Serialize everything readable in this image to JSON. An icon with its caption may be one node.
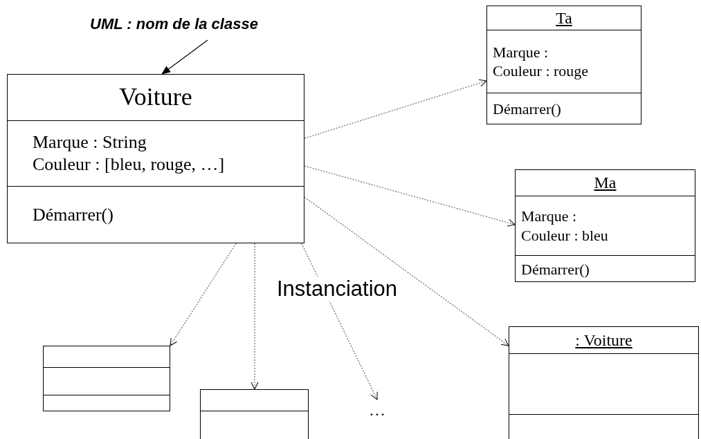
{
  "diagram": {
    "nodes": [
      {
        "text": [
          "UML : nom de la classe"
        ]
      },
      {
        "text": [
          "Voiture",
          "Marque : String",
          "Couleur : [bleu, rouge, …]",
          "Démarrer()"
        ]
      },
      {
        "text": [
          "Ta",
          "Marque :",
          "Couleur : rouge",
          "Démarrer()"
        ]
      },
      {
        "text": [
          "Ma",
          "Marque :",
          "Couleur : bleu",
          "Démarrer()"
        ]
      },
      {
        "text": [
          ": Voiture"
        ]
      },
      {
        "text": [],
        "shape": "box"
      },
      {
        "text": [],
        "shape": "box"
      },
      {
        "text": [
          "…"
        ]
      }
    ],
    "edges": [
      {
        "from": 0,
        "to": 1,
        "arrow": "to",
        "color": "#000000"
      },
      {
        "from": 1,
        "to": 2,
        "arrow": "to",
        "style": "dashed"
      },
      {
        "from": 1,
        "to": 3,
        "arrow": "to",
        "style": "dashed"
      },
      {
        "from": 1,
        "to": 4,
        "arrow": "to",
        "style": "dashed"
      },
      {
        "from": 1,
        "to": 5,
        "arrow": "to",
        "style": "dashed"
      },
      {
        "from": 1,
        "to": 6,
        "arrow": "to",
        "style": "dashed"
      },
      {
        "from": 1,
        "to": 7,
        "arrow": "to",
        "style": "dashed"
      }
    ],
    "labels": [
      "Instanciation"
    ]
  }
}
